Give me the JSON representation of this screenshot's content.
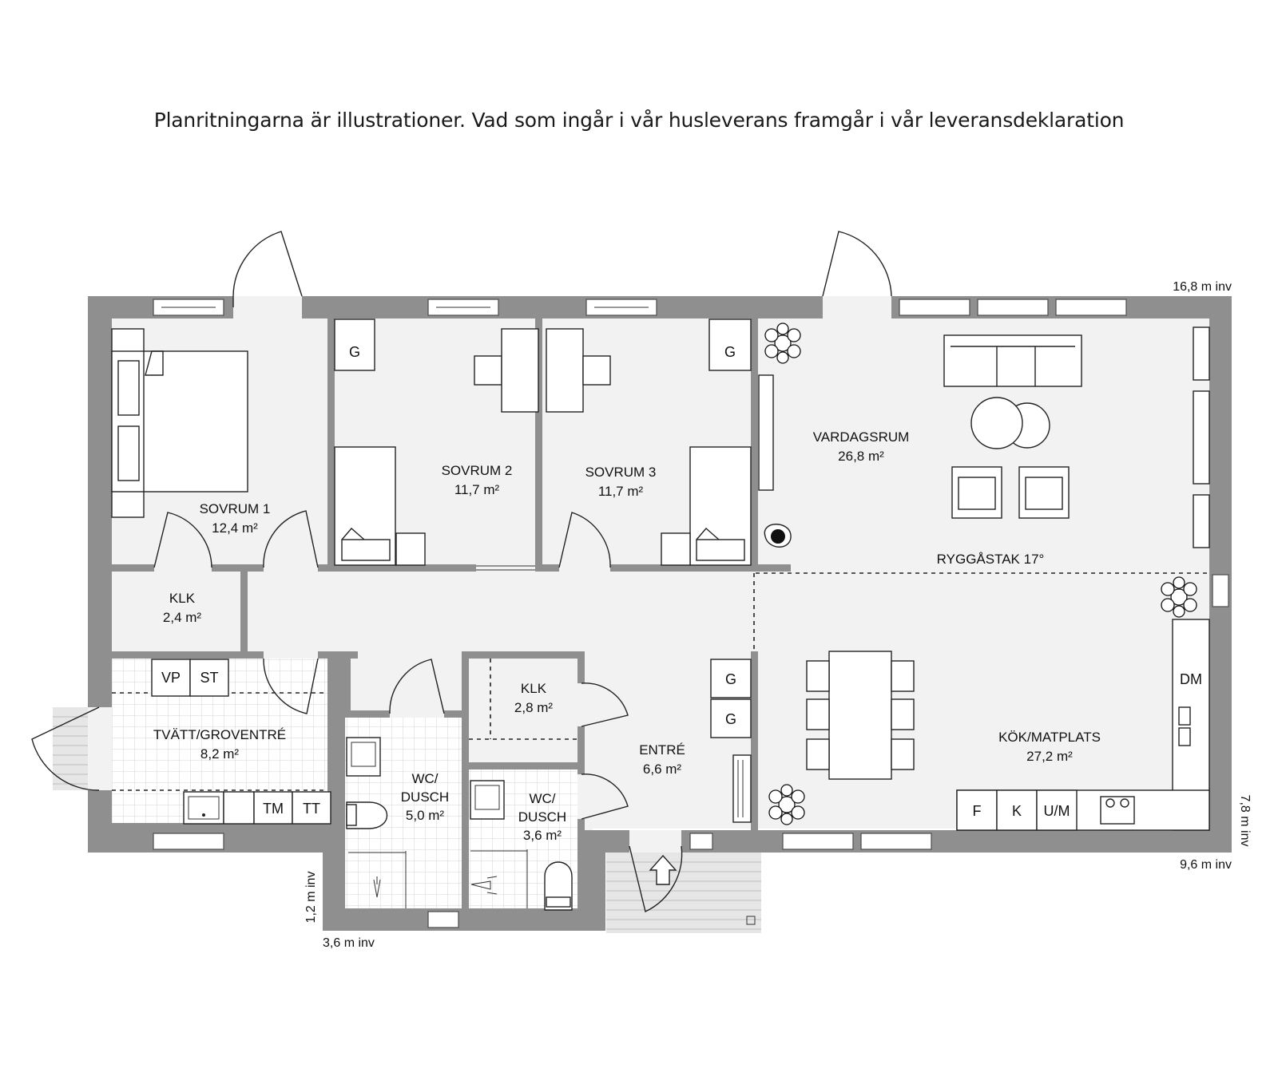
{
  "header": {
    "disclaimer": "Planritningarna är illustrationer. Vad som ingår i vår husleverans framgår i vår leveransdeklaration"
  },
  "rooms": {
    "sovrum1": {
      "name": "SOVRUM 1",
      "area": "12,4 m²"
    },
    "sovrum2": {
      "name": "SOVRUM 2",
      "area": "11,7 m²"
    },
    "sovrum3": {
      "name": "SOVRUM 3",
      "area": "11,7 m²"
    },
    "vardagsrum": {
      "name": "VARDAGSRUM",
      "area": "26,8 m²"
    },
    "klk1": {
      "name": "KLK",
      "area": "2,4 m²"
    },
    "klk2": {
      "name": "KLK",
      "area": "2,8 m²"
    },
    "tvatt": {
      "name": "TVÄTT/GROVENTRÉ",
      "area": "8,2 m²"
    },
    "wc1": {
      "name_line1": "WC/",
      "name_line2": "DUSCH",
      "area": "5,0 m²"
    },
    "wc2": {
      "name_line1": "WC/",
      "name_line2": "DUSCH",
      "area": "3,6 m²"
    },
    "entre": {
      "name": "ENTRÉ",
      "area": "6,6 m²"
    },
    "kok": {
      "name": "KÖK/MATPLATS",
      "area": "27,2 m²"
    }
  },
  "roof_label": "RYGGÅSTAK 17°",
  "fixtures": {
    "g": "G",
    "vp": "VP",
    "st": "ST",
    "tm": "TM",
    "tt": "TT",
    "f": "F",
    "k": "K",
    "um": "U/M",
    "dm": "DM"
  },
  "dimensions": {
    "top_width": "16,8 m inv",
    "right_height": "7,8 m inv",
    "bottom_right": "9,6 m inv",
    "bottom_left": "3,6 m inv",
    "left_small": "1,2 m inv"
  }
}
